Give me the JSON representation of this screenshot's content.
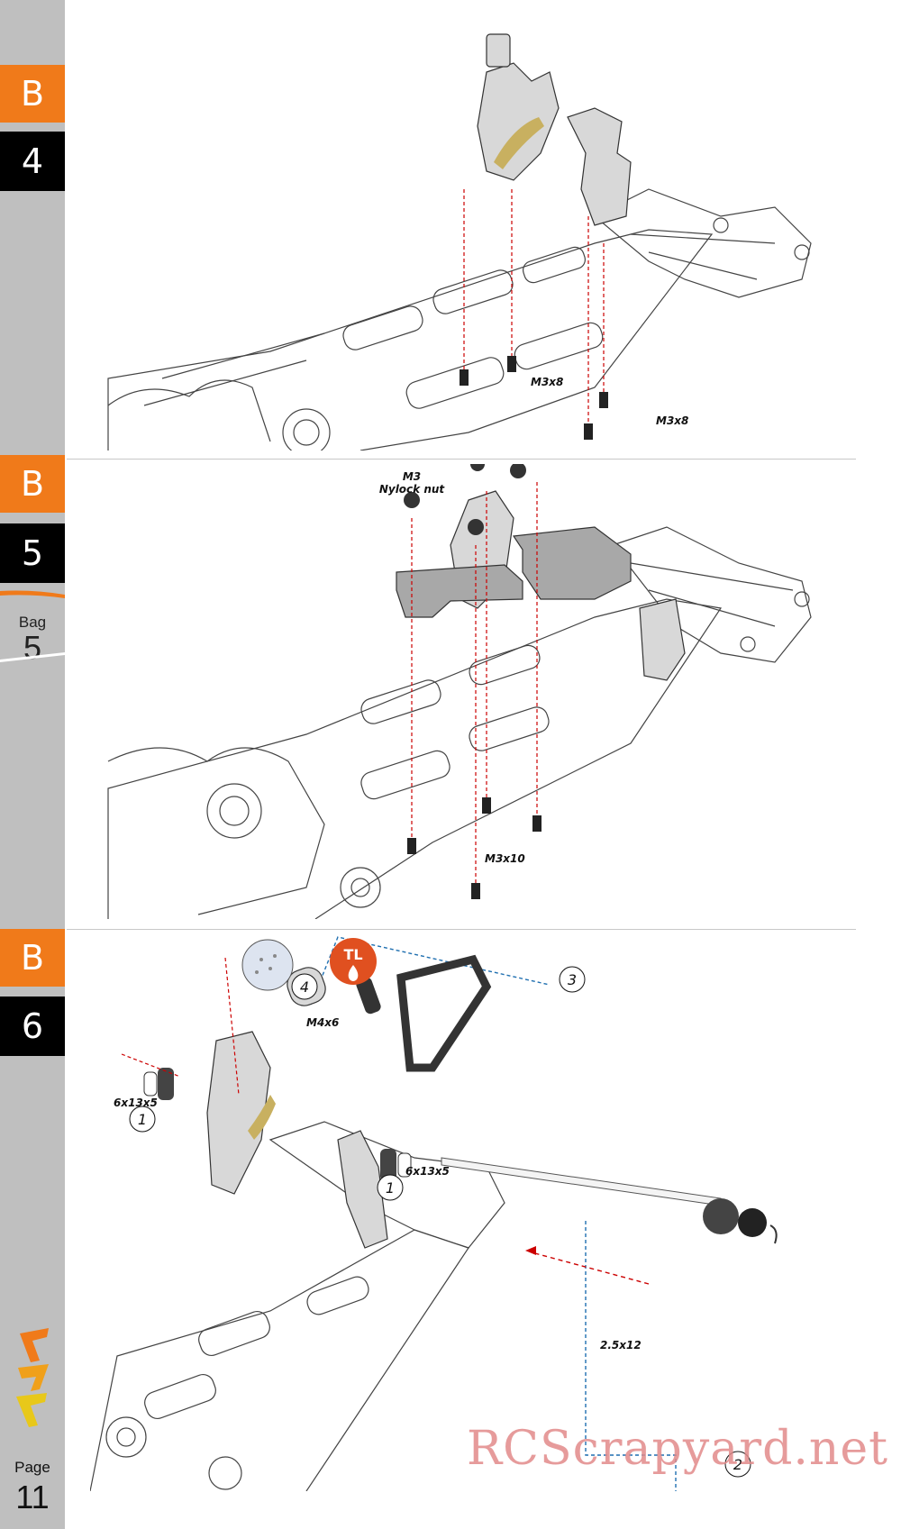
{
  "sidebar": {
    "steps": [
      {
        "letter": "B",
        "number": "4"
      },
      {
        "letter": "B",
        "number": "5"
      },
      {
        "letter": "B",
        "number": "6"
      }
    ],
    "bag": {
      "label": "Bag",
      "number": "5"
    },
    "page": {
      "label": "Page",
      "number": "11"
    }
  },
  "step4": {
    "labels": {
      "screw_a": "M3x8",
      "screw_b": "M3x8"
    }
  },
  "step5": {
    "labels": {
      "nut_line1": "M3",
      "nut_line2": "Nylock nut",
      "screw": "M3x10"
    }
  },
  "step6": {
    "labels": {
      "bearing_left": "6x13x5",
      "bearing_right": "6x13x5",
      "set_screw": "M4x6",
      "pin": "2.5x12",
      "threadlock": "TL"
    },
    "callouts": [
      "1",
      "1",
      "2",
      "3",
      "4"
    ]
  },
  "watermark": "RCScrapyard.net",
  "colors": {
    "accent_orange": "#f07a1a",
    "sidebar_gray": "#bfbfbf",
    "guide_red": "#cc0000",
    "guide_blue": "#1f6fb0"
  }
}
